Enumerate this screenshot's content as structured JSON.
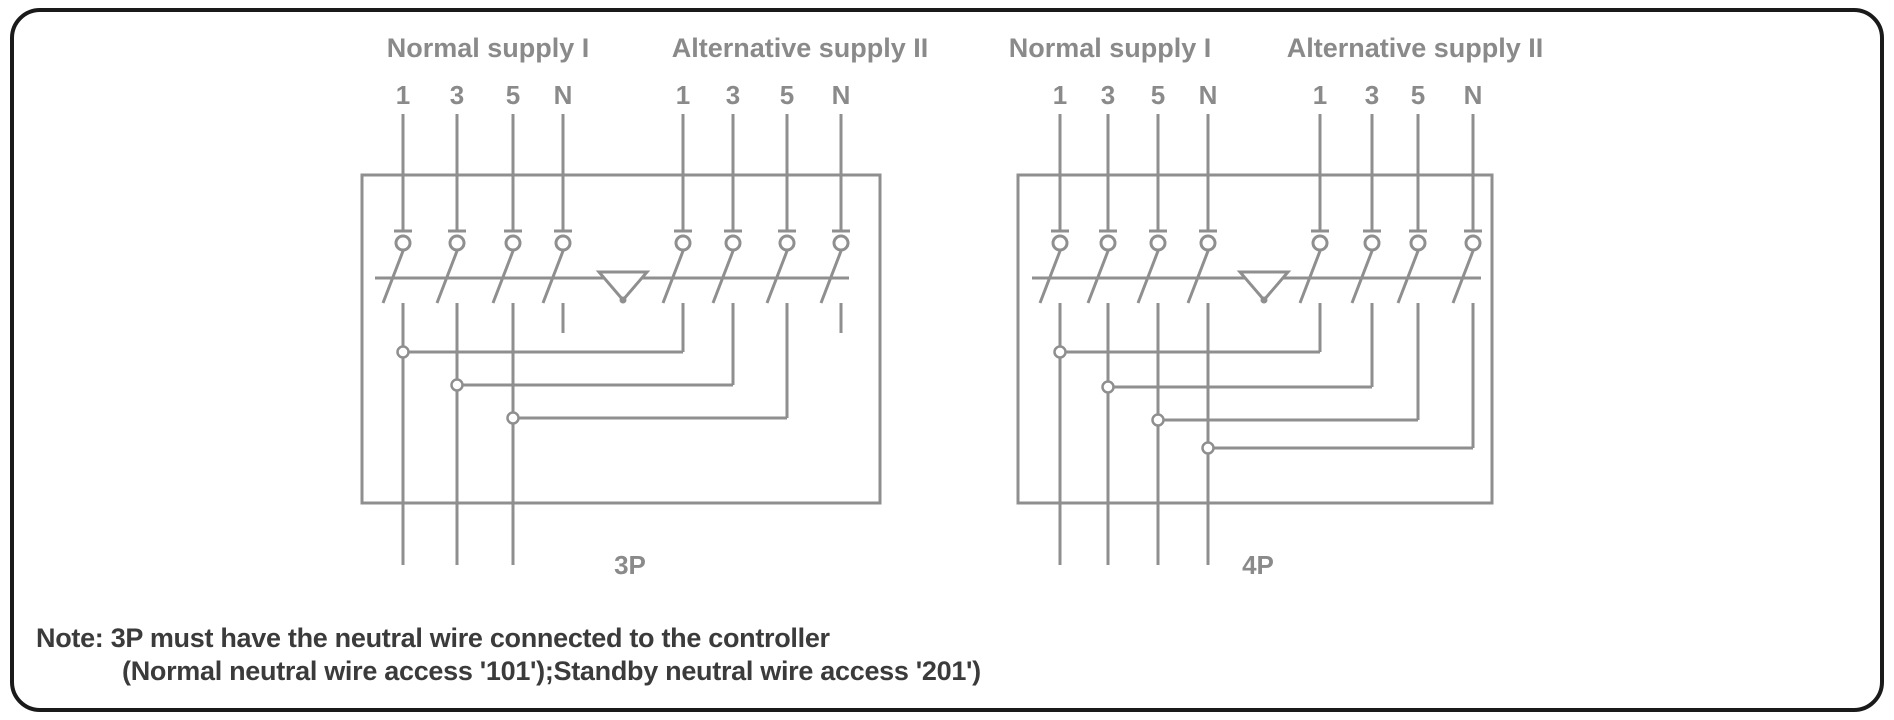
{
  "page": {
    "background": "#ffffff",
    "frame_border_color": "#1a1a1a"
  },
  "colors": {
    "wire": "#8f8f8f",
    "label": "#8a8a8a",
    "caption": "#3b3b3b"
  },
  "diagrams": [
    {
      "id": "3p",
      "pole_label": "3P",
      "normal_label": "Normal supply I",
      "alternative_label": "Alternative supply II",
      "normal_terminals": [
        "1",
        "3",
        "5",
        "N"
      ],
      "alternative_terminals": [
        "1",
        "3",
        "5",
        "N"
      ],
      "switched_poles": 3
    },
    {
      "id": "4p",
      "pole_label": "4P",
      "normal_label": "Normal supply I",
      "alternative_label": "Alternative supply II",
      "normal_terminals": [
        "1",
        "3",
        "5",
        "N"
      ],
      "alternative_terminals": [
        "1",
        "3",
        "5",
        "N"
      ],
      "switched_poles": 4
    }
  ],
  "caption": {
    "line1": "Note: 3P must have the neutral wire connected to the controller",
    "line2": "(Normal neutral wire access '101');Standby neutral wire access '201')"
  }
}
